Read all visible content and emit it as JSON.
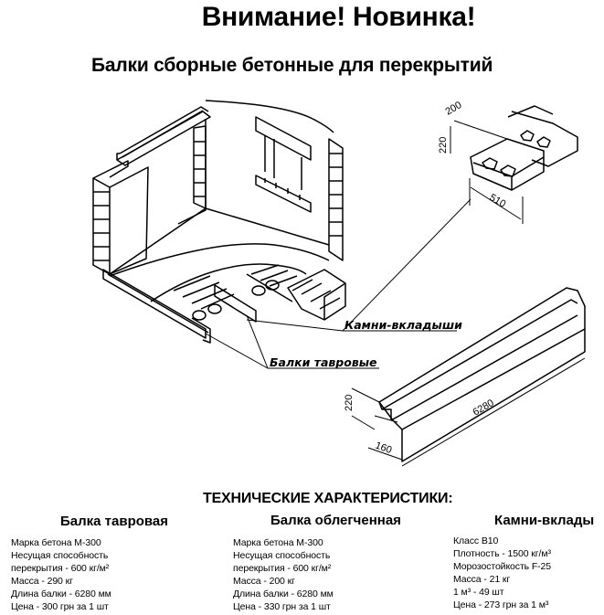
{
  "header": {
    "title": "Внимание! Новинка!",
    "subtitle": "Балки сборные бетонные для перекрытий"
  },
  "drawing": {
    "labels": {
      "stones": "Камни-вкладыши",
      "beams": "Балки тавровые"
    },
    "block_dimensions": {
      "width": "200",
      "height": "220",
      "length": "510"
    },
    "beam_dimensions": {
      "height": "220",
      "width": "160",
      "length": "6280"
    }
  },
  "specs": {
    "heading": "ТЕХНИЧЕСКИЕ ХАРАКТЕРИСТИКИ:",
    "columns": [
      {
        "title": "Балка тавровая",
        "lines": [
          "Марка бетона М-300",
          "Несущая способность",
          "перекрытия - 600 кг/м²",
          "Масса - 290 кг",
          "Длина балки - 6280 мм",
          "Цена - 300 грн за 1 шт"
        ]
      },
      {
        "title": "Балка облегченная",
        "lines": [
          "Марка бетона М-300",
          "Несущая способность",
          "перекрытия - 600 кг/м²",
          "Масса - 200 кг",
          "Длина балки - 6280 мм",
          "Цена - 330 грн за 1 шт"
        ]
      },
      {
        "title": "Камни-вклады",
        "lines": [
          "Класс В10",
          "Плотность - 1500 кг/м³",
          "Морозостойкость F-25",
          "Масса - 21 кг",
          "1 м³ - 49 шт",
          "Цена - 273 грн за 1 м³"
        ]
      }
    ]
  }
}
